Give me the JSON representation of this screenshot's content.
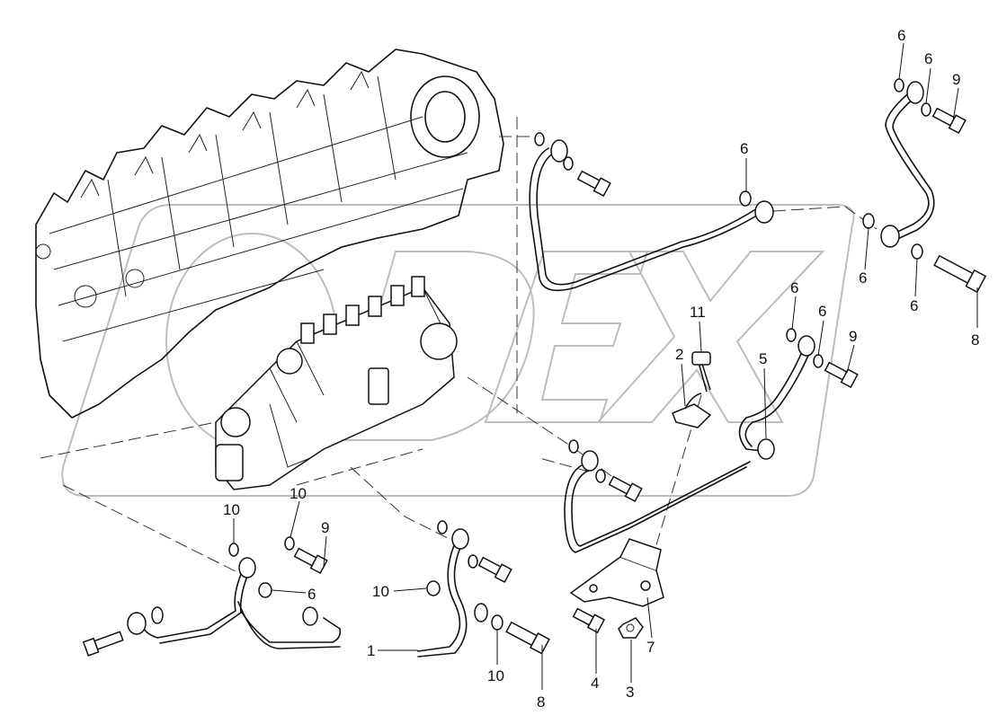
{
  "watermark": "ODEX",
  "callouts": {
    "c1": "6",
    "c2": "6",
    "c3": "9",
    "c4": "6",
    "c5": "6",
    "c6": "6",
    "c7": "8",
    "c8": "6",
    "c9": "6",
    "c10": "9",
    "c11": "11",
    "c12": "2",
    "c13": "5",
    "c14": "10",
    "c15": "10",
    "c16": "9",
    "c17": "6",
    "c18": "10",
    "c19": "1",
    "c20": "10",
    "c21": "8",
    "c22": "4",
    "c23": "3",
    "c24": "7"
  }
}
